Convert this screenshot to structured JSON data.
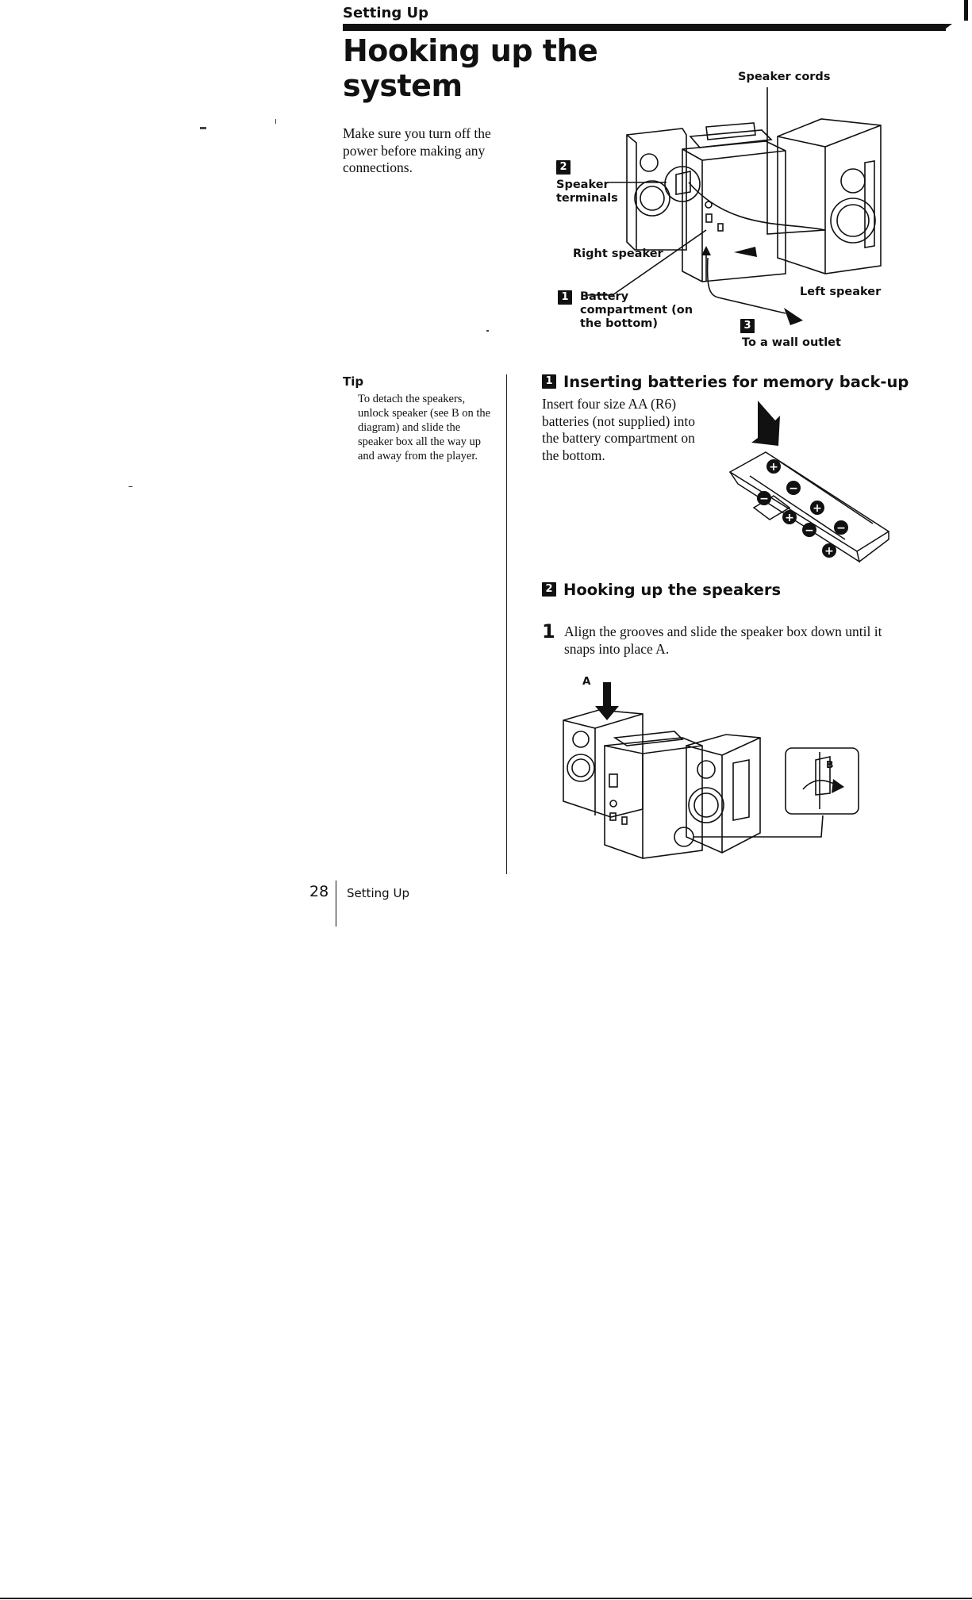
{
  "header": {
    "section": "Setting Up"
  },
  "page": {
    "title": "Hooking up the system"
  },
  "intro": {
    "text": "Make sure you turn off the power before making any connections."
  },
  "diagram_main": {
    "speaker_cords": "Speaker cords",
    "step2_badge": "2",
    "speaker_terminals": "Speaker terminals",
    "right_speaker": "Right speaker",
    "step1_badge": "1",
    "battery_compartment": "Battery compartment (on the bottom)",
    "left_speaker": "Left speaker",
    "step3_badge": "3",
    "wall_outlet": "To a wall outlet"
  },
  "tip": {
    "label": "Tip",
    "text": "To detach the speakers, unlock speaker (see B on the diagram) and slide the speaker box all the way up and away from the player."
  },
  "section1": {
    "badge": "1",
    "heading": "Inserting batteries for memory back-up",
    "text": "Insert four size AA (R6) batteries (not supplied) into the battery compartment on the bottom."
  },
  "section2": {
    "badge": "2",
    "heading": "Hooking up the speakers",
    "step_number": "1",
    "step_text": "Align the grooves and slide the speaker box down until it snaps into place A.",
    "label_a": "A",
    "label_b": "B"
  },
  "footer": {
    "page_number": "28",
    "section": "Setting Up"
  }
}
